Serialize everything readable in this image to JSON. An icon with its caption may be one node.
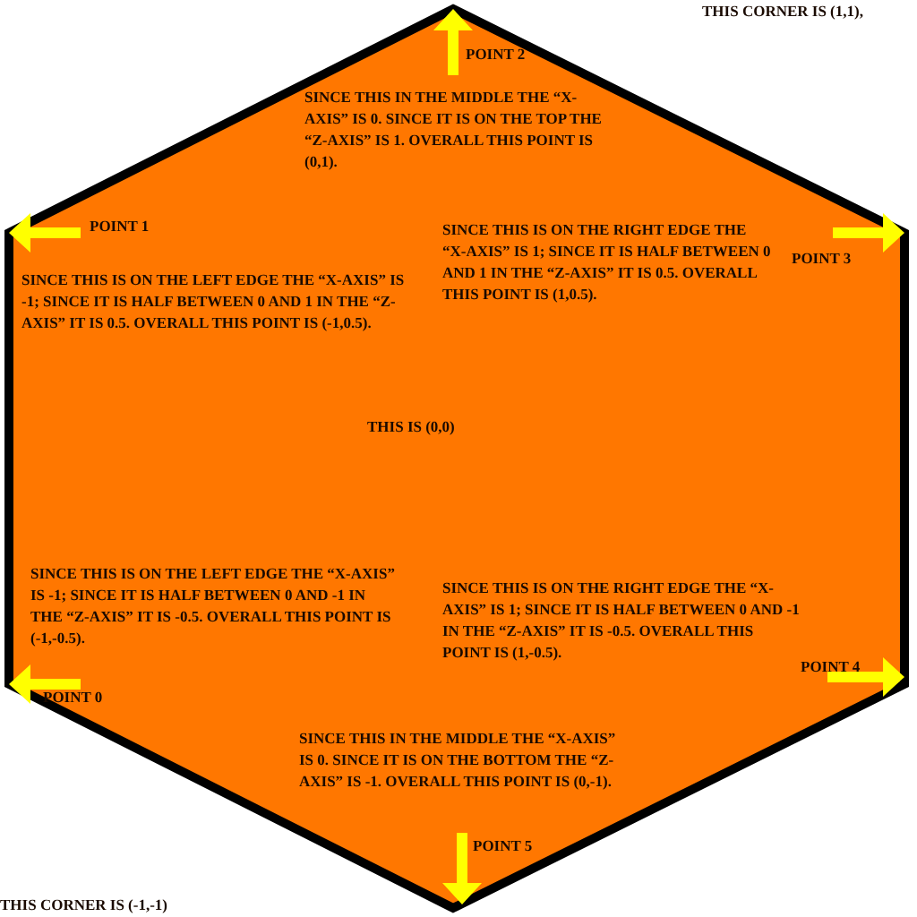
{
  "diagram": {
    "nodes": [
      {
        "text": [
          "POINT 2",
          "SINCE THIS IN THE MIDDLE THE “X-AXIS” IS 0. SINCE IT IS ON THE TOP THE “Z-AXIS” IS 1. OVERALL THIS POINT IS (0,1).",
          "POINT 1",
          "SINCE THIS IS ON THE RIGHT EDGE THE “X-AXIS” IS 1; SINCE IT IS HALF BETWEEN 0 AND 1 IN THE “Z-AXIS” IT IS 0.5. OVERALL THIS POINT IS (1,0.5).",
          "POINT 3",
          "SINCE THIS IS ON THE LEFT EDGE THE “X-AXIS” IS -1; SINCE IT IS HALF BETWEEN 0 AND 1 IN THE “Z-AXIS” IT IS 0.5. OVERALL THIS POINT IS (-1,0.5).",
          "THIS IS (0,0)",
          "SINCE THIS IS ON THE LEFT EDGE THE “X-AXIS” IS -1; SINCE IT IS HALF BETWEEN 0 AND -1 IN THE “Z-AXIS” IT IS -0.5. OVERALL THIS POINT IS (-1,-0.5).",
          "SINCE THIS IS ON THE RIGHT EDGE THE “X-AXIS” IS 1; SINCE IT IS HALF BETWEEN 0 AND -1 IN THE “Z-AXIS” IT IS -0.5. OVERALL THIS POINT IS (1,-0.5).",
          "POINT 4",
          "POINT 0",
          "SINCE THIS IN THE MIDDLE THE “X-AXIS” IS 0. SINCE IT IS ON THE BOTTOM THE “Z-AXIS” IS -1. OVERALL THIS POINT IS (0,-1).",
          "POINT 5"
        ]
      }
    ],
    "labels": [
      "THIS CORNER IS (1,1),",
      "THIS CORNER IS (-1,-1)"
    ]
  }
}
